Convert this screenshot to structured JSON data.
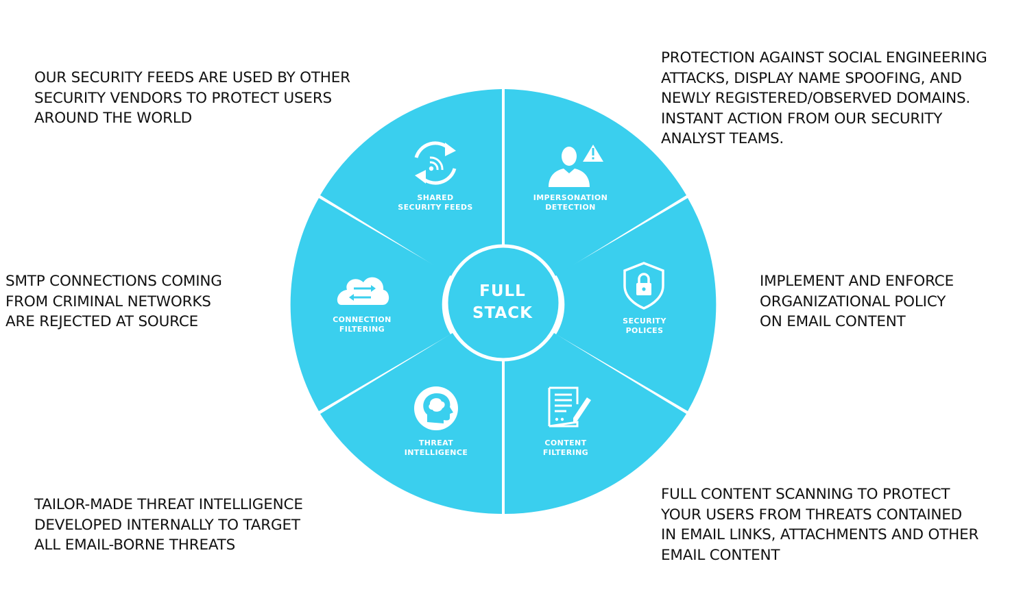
{
  "colors": {
    "segment": "#3ACFEE",
    "divider": "#5a5a5a",
    "text": "#111111",
    "background": "#ffffff",
    "icon": "#ffffff"
  },
  "center": {
    "line1": "FULL",
    "line2": "STACK"
  },
  "segments": [
    {
      "icon": "refresh-rss-icon",
      "label_line1": "SHARED",
      "label_line2": "SECURITY FEEDS"
    },
    {
      "icon": "person-warning-icon",
      "label_line1": "IMPERSONATION",
      "label_line2": "DETECTION"
    },
    {
      "icon": "shield-lock-icon",
      "label_line1": "SECURITY",
      "label_line2": "POLICES"
    },
    {
      "icon": "document-pen-icon",
      "label_line1": "CONTENT",
      "label_line2": "FILTERING"
    },
    {
      "icon": "head-brain-icon",
      "label_line1": "THREAT",
      "label_line2": "INTELLIGENCE"
    },
    {
      "icon": "cloud-arrows-icon",
      "label_line1": "CONNECTION",
      "label_line2": "FILTERING"
    }
  ],
  "descriptions": {
    "shared_feeds": [
      "OUR SECURITY FEEDS ARE USED BY OTHER",
      "SECURITY VENDORS TO PROTECT USERS",
      "AROUND THE WORLD"
    ],
    "impersonation": [
      "PROTECTION AGAINST SOCIAL ENGINEERING",
      "ATTACKS, DISPLAY NAME SPOOFING, AND",
      "NEWLY REGISTERED/OBSERVED DOMAINS.",
      "INSTANT ACTION FROM OUR SECURITY",
      "ANALYST TEAMS."
    ],
    "connection": [
      "SMTP CONNECTIONS COMING",
      "FROM CRIMINAL NETWORKS",
      "ARE REJECTED AT SOURCE"
    ],
    "policies": [
      "IMPLEMENT AND ENFORCE",
      "ORGANIZATIONAL POLICY",
      "ON EMAIL CONTENT"
    ],
    "threat_intel": [
      "TAILOR-MADE THREAT INTELLIGENCE",
      "DEVELOPED INTERNALLY TO TARGET",
      "ALL EMAIL-BORNE THREATS"
    ],
    "content_filter": [
      "FULL CONTENT SCANNING TO PROTECT",
      "YOUR USERS FROM THREATS CONTAINED",
      "IN EMAIL LINKS, ATTACHMENTS AND OTHER",
      "EMAIL CONTENT"
    ]
  }
}
